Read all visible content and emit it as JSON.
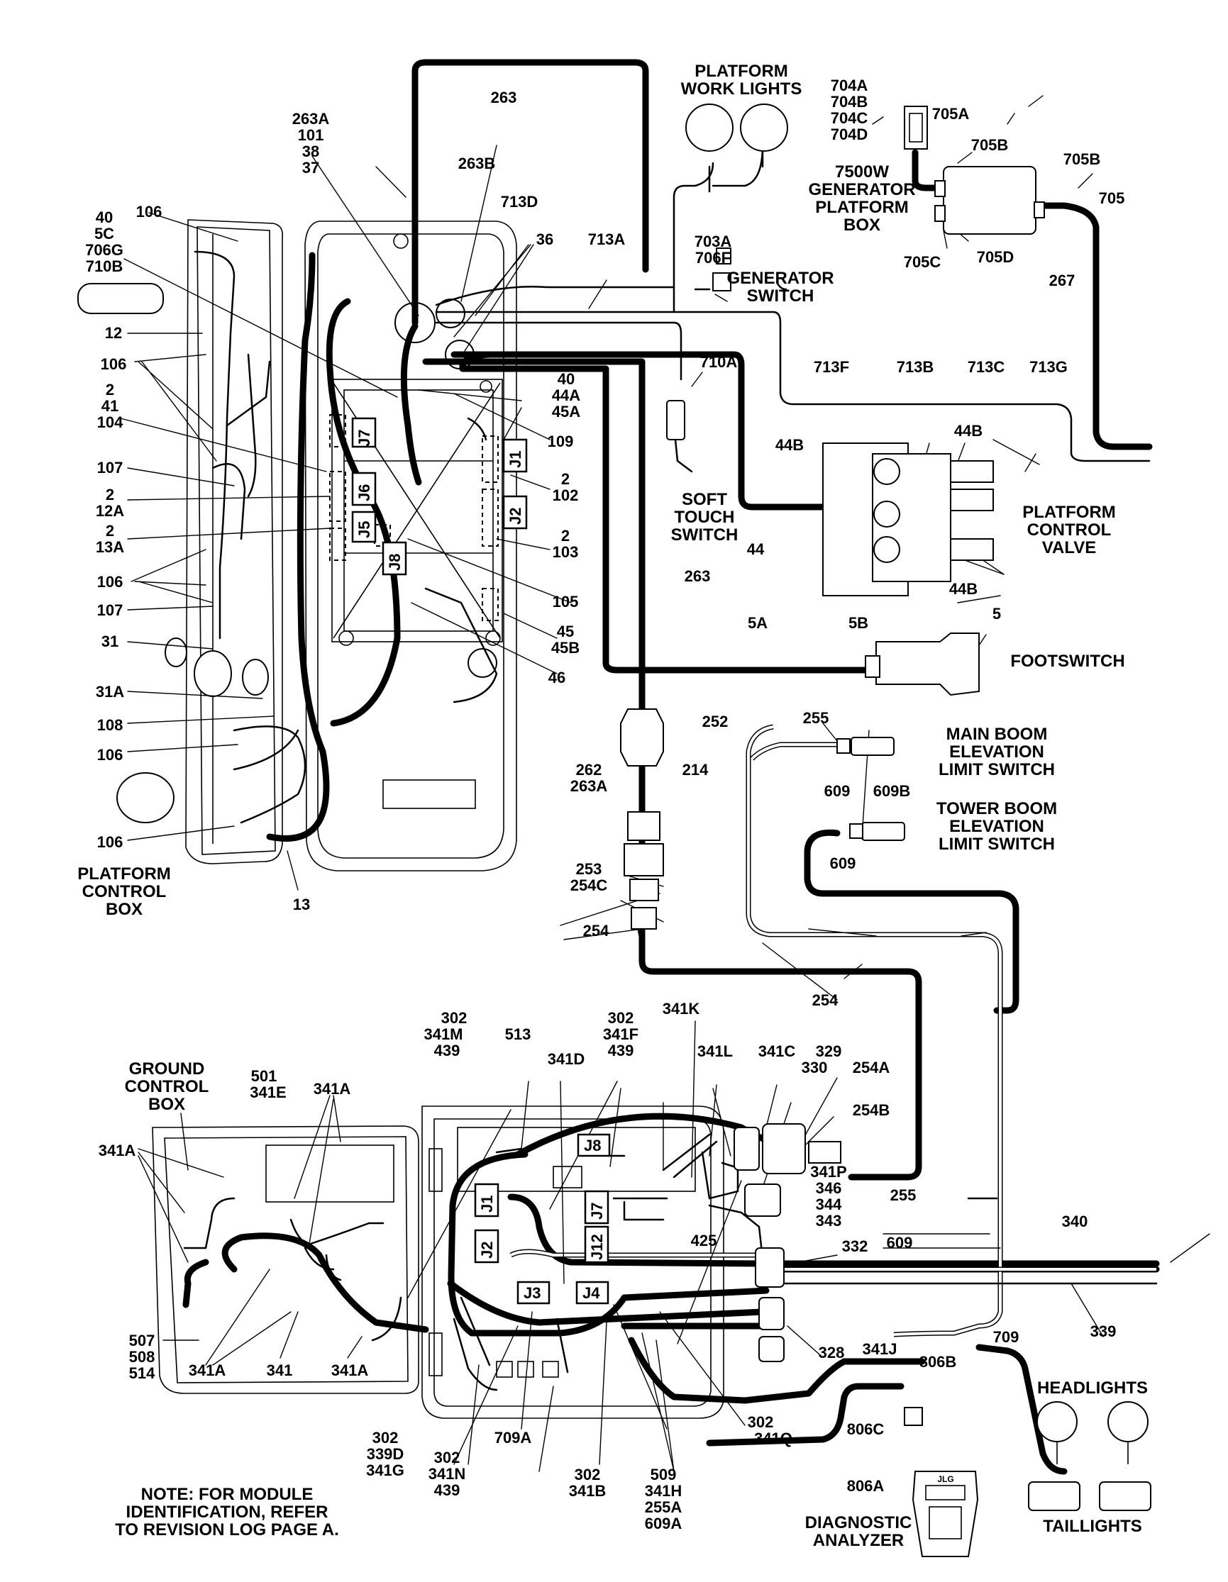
{
  "components": {
    "platform_work_lights": [
      "PLATFORM",
      "WORK LIGHTS"
    ],
    "generator_platform_box": [
      "7500W",
      "GENERATOR",
      "PLATFORM",
      "BOX"
    ],
    "generator_switch": [
      "GENERATOR",
      "SWITCH"
    ],
    "soft_touch_switch": [
      "SOFT",
      "TOUCH",
      "SWITCH"
    ],
    "platform_control_valve": [
      "PLATFORM",
      "CONTROL",
      "VALVE"
    ],
    "footswitch": "FOOTSWITCH",
    "main_boom_limit_switch": [
      "MAIN BOOM",
      "ELEVATION",
      "LIMIT SWITCH"
    ],
    "tower_boom_limit_switch": [
      "TOWER BOOM",
      "ELEVATION",
      "LIMIT SWITCH"
    ],
    "platform_control_box": [
      "PLATFORM",
      "CONTROL",
      "BOX"
    ],
    "ground_control_box": [
      "GROUND",
      "CONTROL",
      "BOX"
    ],
    "headlights": "HEADLIGHTS",
    "taillights": "TAILLIGHTS",
    "diagnostic_analyzer": [
      "DIAGNOSTIC",
      "ANALYZER"
    ]
  },
  "note": [
    "NOTE: FOR MODULE",
    "IDENTIFICATION, REFER",
    "TO REVISION LOG PAGE A."
  ],
  "jacks": [
    "J1",
    "J2",
    "J5",
    "J6",
    "J7",
    "J8",
    "J1",
    "J2",
    "J3",
    "J4",
    "J7",
    "J8",
    "J12"
  ],
  "callouts": [
    "263",
    "263A",
    "101",
    "38",
    "37",
    "263B",
    "713D",
    "36",
    "713A",
    "704A",
    "704B",
    "704C",
    "704D",
    "705A",
    "705B",
    "705B",
    "705",
    "705C",
    "705D",
    "267",
    "703A",
    "706F",
    "40",
    "5C",
    "706G",
    "710B",
    "106",
    "12",
    "106",
    "2",
    "41",
    "104",
    "107",
    "2",
    "12A",
    "2",
    "13A",
    "106",
    "107",
    "31",
    "31A",
    "108",
    "106",
    "106",
    "13",
    "40",
    "44A",
    "45A",
    "109",
    "2",
    "102",
    "2",
    "103",
    "105",
    "45",
    "45B",
    "46",
    "710A",
    "713F",
    "713B",
    "713C",
    "713G",
    "44B",
    "44B",
    "44B",
    "44",
    "263",
    "5A",
    "5B",
    "5",
    "252",
    "214",
    "262",
    "263A",
    "253",
    "254C",
    "254",
    "255",
    "609",
    "609B",
    "609",
    "254",
    "302",
    "341M",
    "439",
    "513",
    "341D",
    "302",
    "341F",
    "439",
    "341K",
    "341L",
    "341C",
    "329",
    "330",
    "254A",
    "254B",
    "341P",
    "346",
    "344",
    "343",
    "255",
    "609",
    "340",
    "425",
    "332",
    "339",
    "328",
    "709",
    "341J",
    "806B",
    "806C",
    "806A",
    "501",
    "341E",
    "341A",
    "341A",
    "507",
    "508",
    "514",
    "341A",
    "341",
    "341A",
    "302",
    "339D",
    "341G",
    "302",
    "341N",
    "439",
    "709A",
    "302",
    "341B",
    "509",
    "341H",
    "255A",
    "609A",
    "302",
    "341Q"
  ],
  "analyzer_brand": "JLG"
}
